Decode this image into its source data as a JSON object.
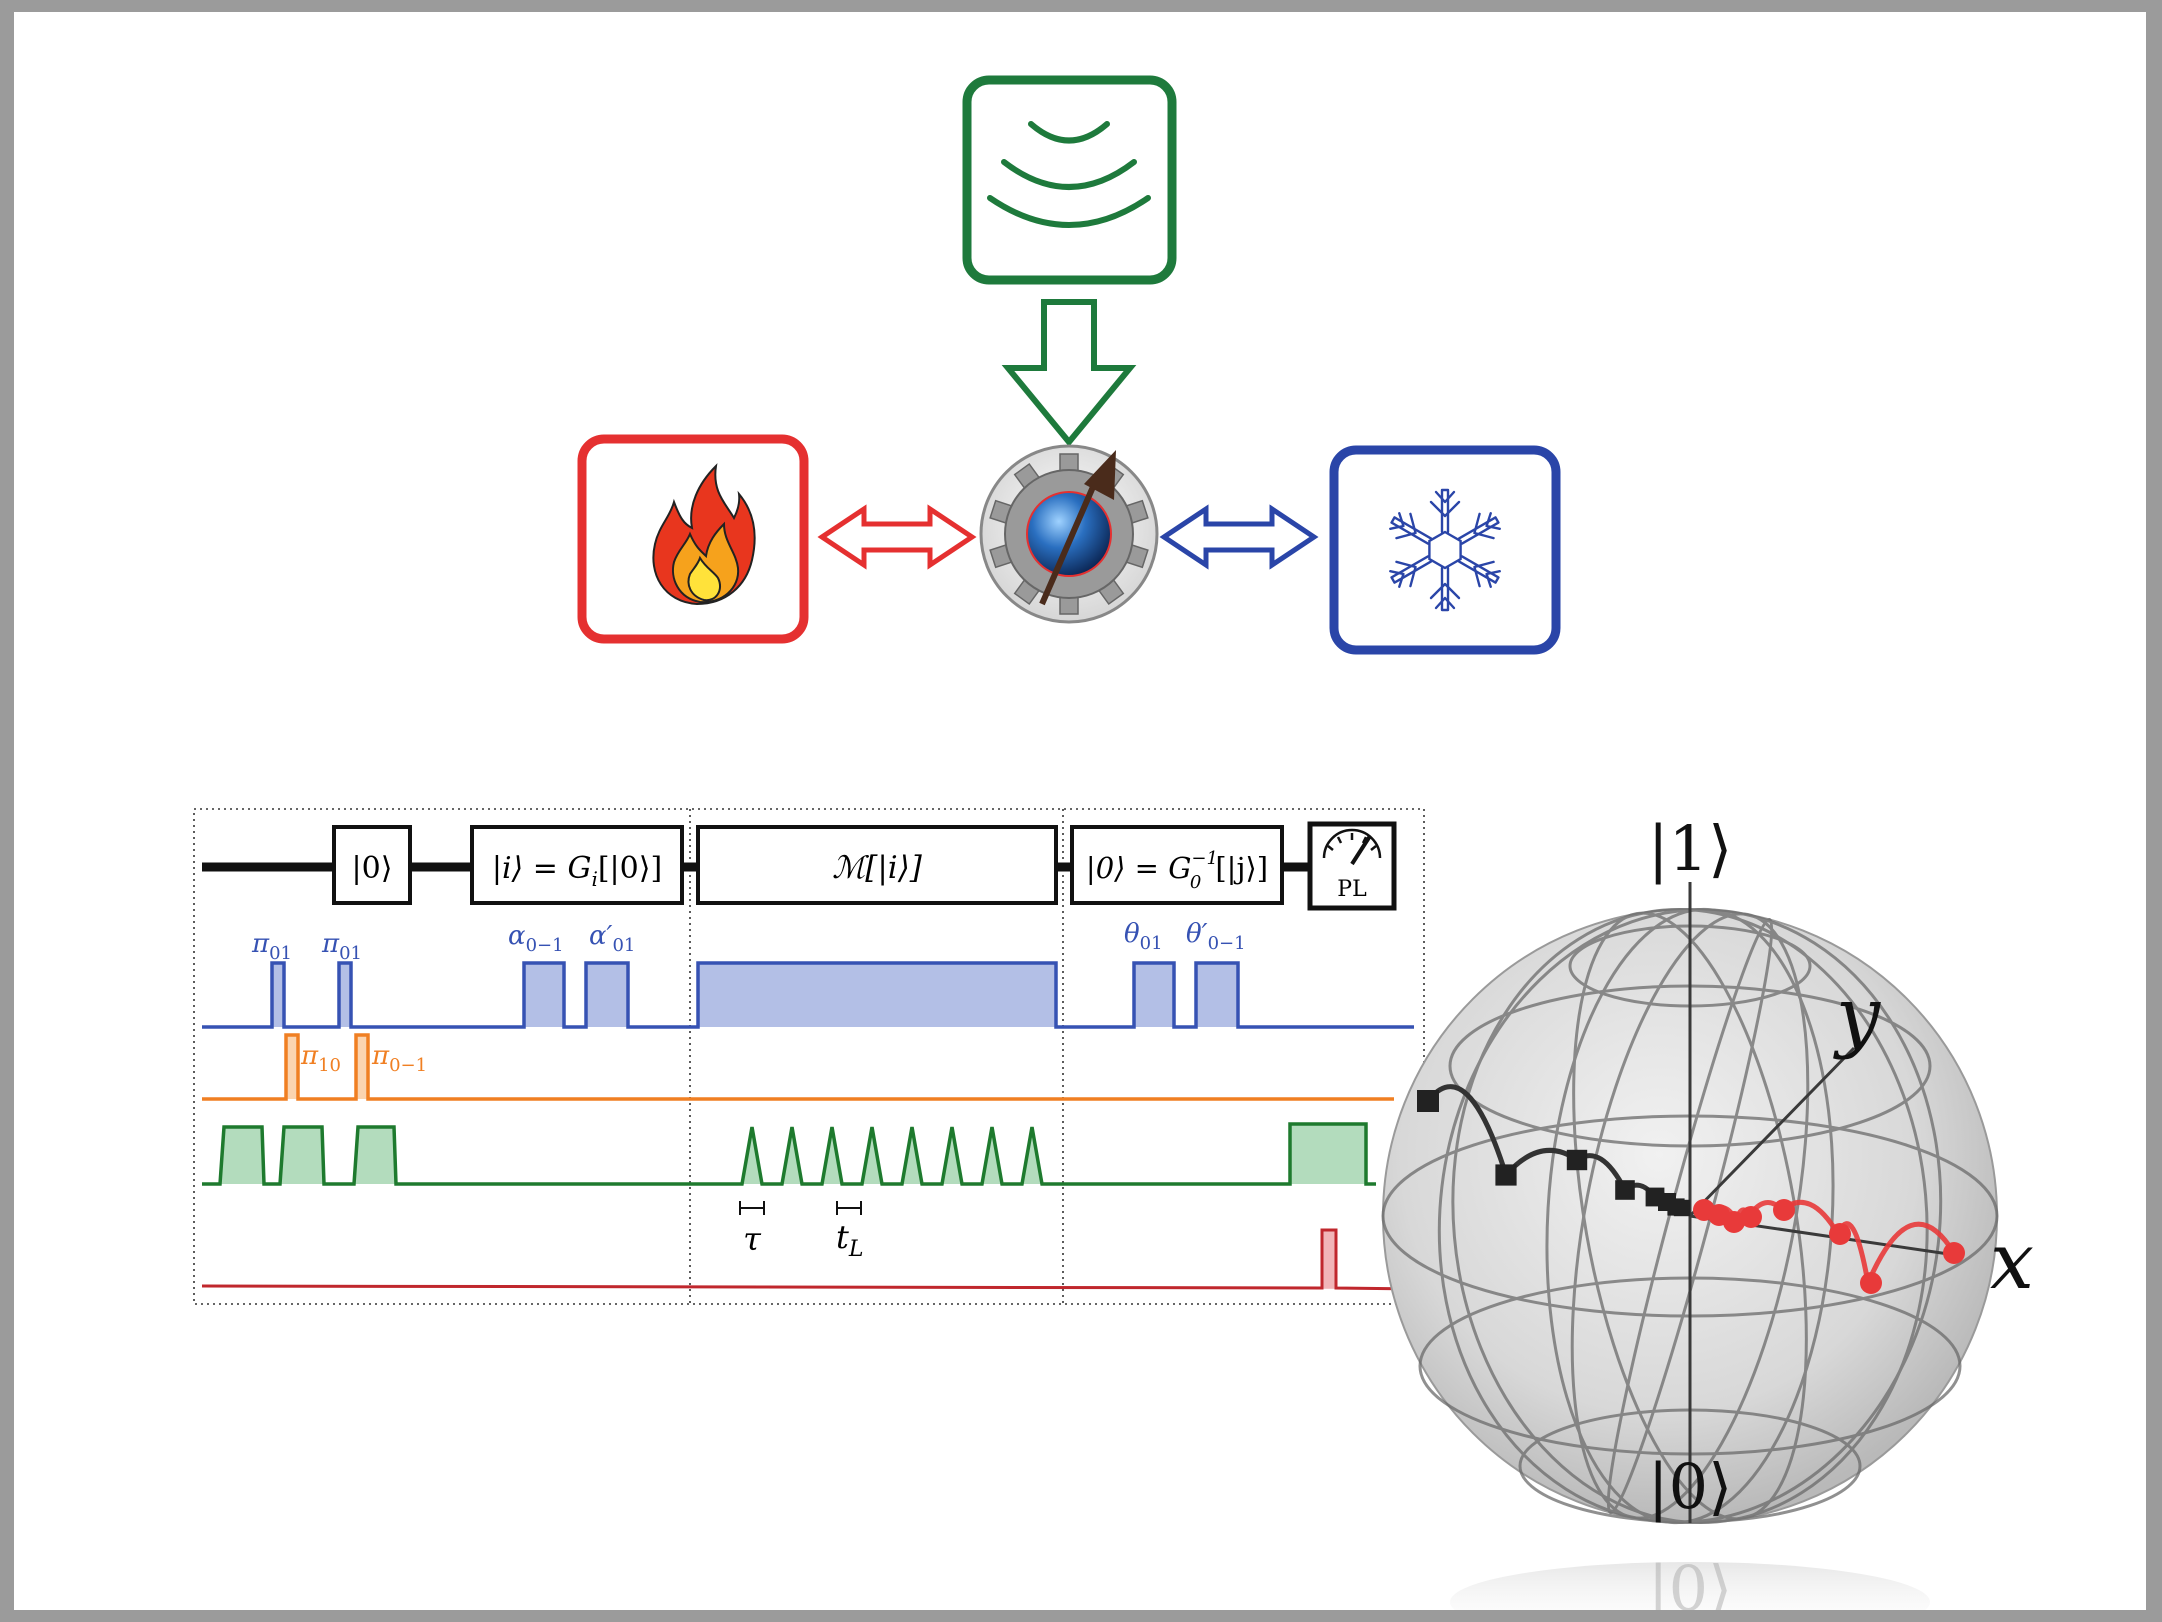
{
  "colors": {
    "green": "#1e7a3c",
    "red": "#e53030",
    "blue": "#2a45a8",
    "pulse_blue": "#3652b3",
    "pulse_blue_fill": "#b3bfe6",
    "pulse_orange": "#f07f22",
    "pulse_orange_fill": "#fbd4b0",
    "pulse_green": "#1e7a2e",
    "pulse_green_fill": "#b3dcbd",
    "pulse_red": "#c0272d",
    "pulse_red_fill": "#f1b5b8",
    "trajectory_black": "#333333",
    "trajectory_red": "#e83a3a"
  },
  "icons": {
    "drive": "wave-icon",
    "hot_bath": "fire-icon",
    "cold_bath": "snowflake-icon",
    "qubit": "qubit-gear-icon",
    "readout": "gauge-icon"
  },
  "circuit": {
    "init_state": "|0⟩",
    "prepare_lhs": "|i⟩ = G",
    "prepare_sub": "i",
    "prepare_rhs": "[|0⟩]",
    "map": "ℳ[|i⟩]",
    "invert_lhs": "|0⟩ = G",
    "invert_sub": "0",
    "invert_sup": "−1",
    "invert_rhs": "[|j⟩]",
    "readout_label": "PL"
  },
  "pulse_labels": {
    "pi01_a": {
      "base": "π",
      "sub": "01"
    },
    "pi01_b": {
      "base": "π",
      "sub": "01"
    },
    "alpha": {
      "base": "α",
      "sub": "0−1"
    },
    "alpha_prime": {
      "base": "α′",
      "sub": "01"
    },
    "theta": {
      "base": "θ",
      "sub": "01"
    },
    "theta_prime": {
      "base": "θ′",
      "sub": "0−1"
    },
    "pi10": {
      "base": "π",
      "sub": "10"
    },
    "pi0m1": {
      "base": "π",
      "sub": "0−1"
    },
    "tau": "τ",
    "tL": {
      "base": "t",
      "sub": "L"
    }
  },
  "bloch": {
    "top": "|1⟩",
    "bottom": "|0⟩",
    "x_axis": "x",
    "y_axis": "y",
    "reflection": "|0⟩"
  }
}
